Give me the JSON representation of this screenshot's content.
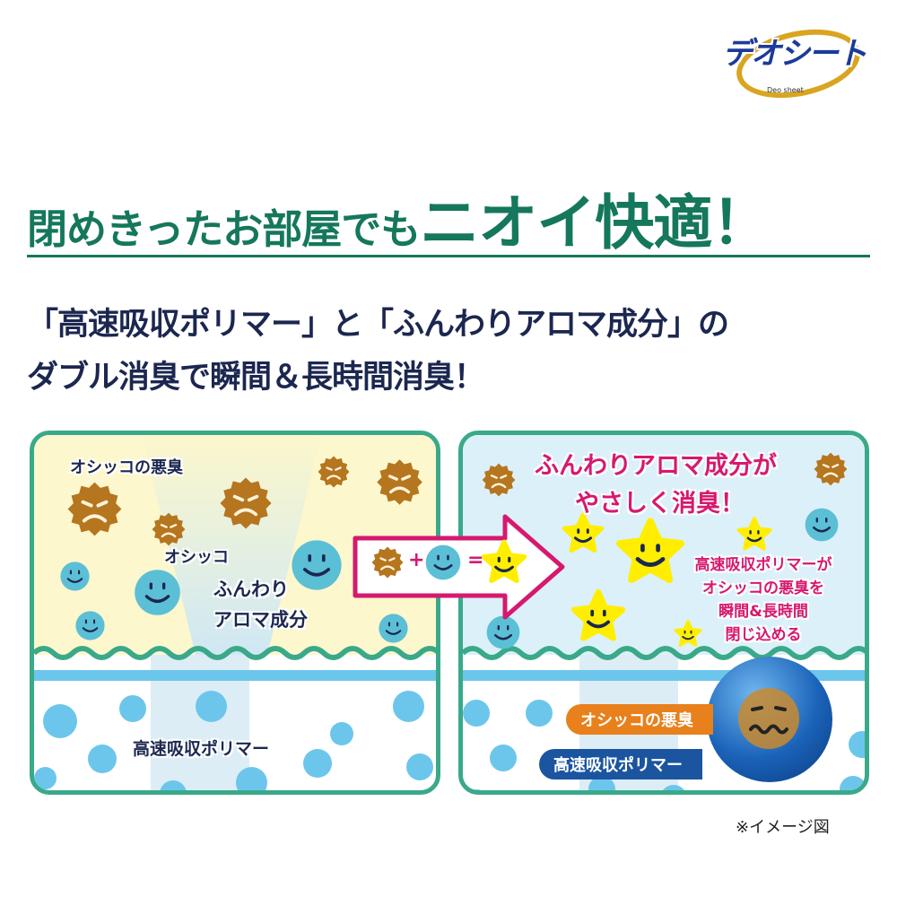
{
  "brand": {
    "logo_text": "デオシート",
    "logo_subtext": "Deo sheet"
  },
  "headline": {
    "part1": "閉めきったお部屋でも",
    "part2": "ニオイ快適！"
  },
  "subhead": {
    "line1": "「高速吸収ポリマー」と「ふんわりアロマ成分」の",
    "line2": "ダブル消臭で瞬間＆長時間消臭！"
  },
  "left_panel": {
    "label_odor": "オシッコの悪臭",
    "label_urine": "オシッコ",
    "label_aroma_1": "ふんわり",
    "label_aroma_2": "アロマ成分",
    "label_polymer": "高速吸収ポリマー"
  },
  "right_panel": {
    "caption_1": "ふんわりアロマ成分が",
    "caption_2": "やさしく消臭！",
    "polymer_caption": [
      "高速吸収ポリマーが",
      "オシッコの悪臭を",
      "瞬間&長時間",
      "閉じ込める"
    ],
    "pill_odor": "オシッコの悪臭",
    "pill_polymer": "高速吸収ポリマー"
  },
  "arrow": {
    "plus": "+",
    "equals": "="
  },
  "footnote": "※イメージ図",
  "colors": {
    "green": "#15775c",
    "border": "#3aa98a",
    "navy": "#1c2750",
    "magenta": "#d6196e",
    "odor": "#b5761f",
    "aroma": "#5bbfd6",
    "star": "#ffee00",
    "polymer_dot": "#6cc6ec",
    "pill_orange": "#e8801c",
    "pill_blue": "#1b55a0"
  }
}
